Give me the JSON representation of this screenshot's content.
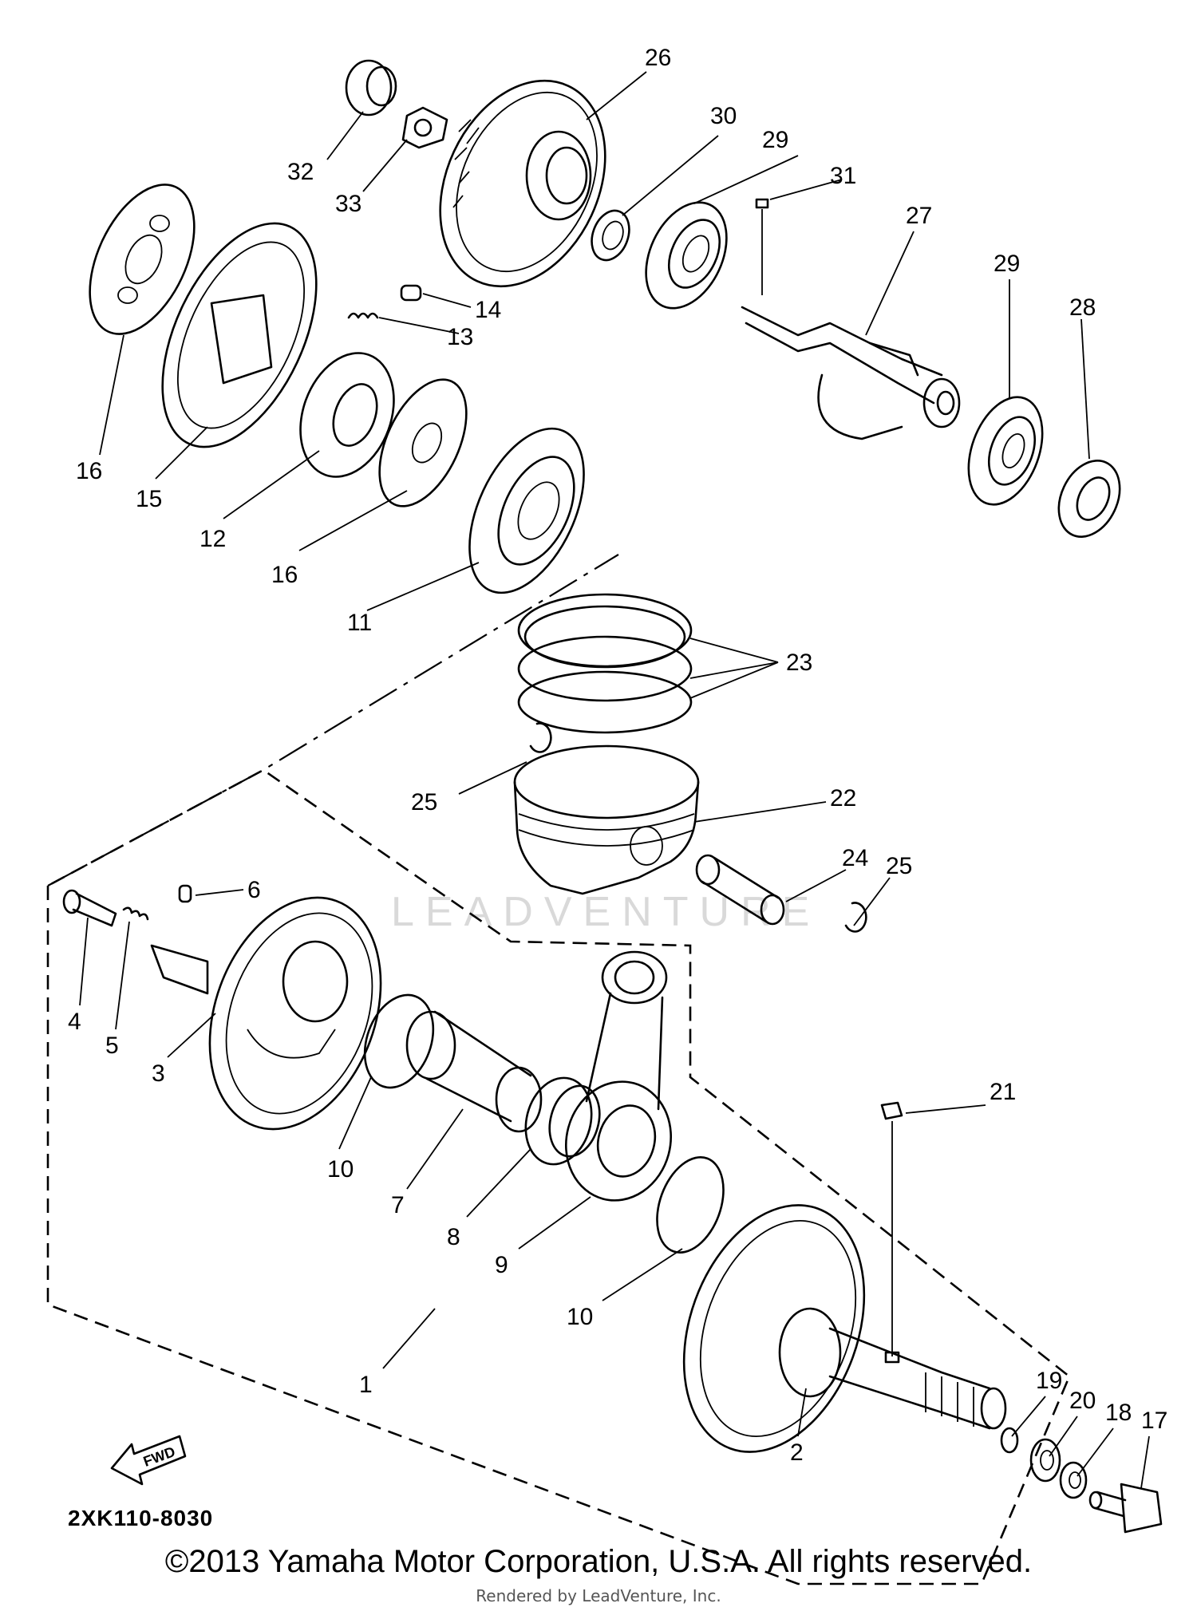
{
  "diagram": {
    "code": "2XK110-8030",
    "fwd_label": "FWD",
    "watermark": "LEADVENTURE",
    "labels": {
      "l1": "1",
      "l2": "2",
      "l3": "3",
      "l4": "4",
      "l5": "5",
      "l6": "6",
      "l7": "7",
      "l8": "8",
      "l9": "9",
      "l10a": "10",
      "l10b": "10",
      "l11": "11",
      "l12": "12",
      "l13": "13",
      "l14": "14",
      "l15": "15",
      "l16a": "16",
      "l16b": "16",
      "l17": "17",
      "l18": "18",
      "l19": "19",
      "l20": "20",
      "l21": "21",
      "l22": "22",
      "l23": "23",
      "l24": "24",
      "l25a": "25",
      "l25b": "25",
      "l26": "26",
      "l27": "27",
      "l28": "28",
      "l29a": "29",
      "l29b": "29",
      "l30": "30",
      "l31": "31",
      "l32": "32",
      "l33": "33"
    }
  },
  "footer": {
    "copyright": "©2013 Yamaha Motor Corporation, U.S.A. All rights reserved.",
    "rendered_by": "Rendered by LeadVenture, Inc."
  }
}
